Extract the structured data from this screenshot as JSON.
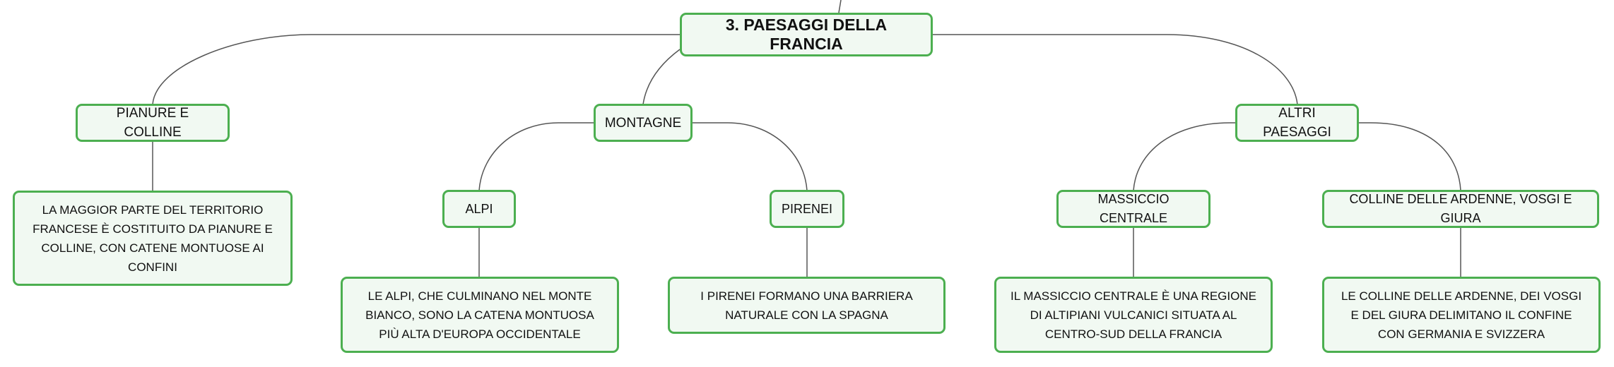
{
  "root": {
    "label": "3. PAESAGGI DELLA FRANCIA"
  },
  "branches": {
    "pianure": {
      "label": "PIANURE E COLLINE",
      "desc": "LA MAGGIOR PARTE DEL TERRITORIO FRANCESE È COSTITUITO DA PIANURE E COLLINE, CON CATENE MONTUOSE AI CONFINI"
    },
    "montagne": {
      "label": "MONTAGNE",
      "alpi": {
        "label": "ALPI",
        "desc": "LE ALPI, CHE CULMINANO NEL MONTE BIANCO, SONO LA CATENA MONTUOSA PIÙ ALTA D'EUROPA OCCIDENTALE"
      },
      "pirenei": {
        "label": "PIRENEI",
        "desc": "I PIRENEI FORMANO UNA BARRIERA NATURALE CON LA SPAGNA"
      }
    },
    "altri": {
      "label": "ALTRI PAESAGGI",
      "massiccio": {
        "label": "MASSICCIO CENTRALE",
        "desc": "IL MASSICCIO CENTRALE È UNA REGIONE DI ALTIPIANI VULCANICI SITUATA AL CENTRO-SUD DELLA FRANCIA"
      },
      "ardenne": {
        "label": "COLLINE DELLE ARDENNE, VOSGI E GIURA",
        "desc": "LE COLLINE DELLE ARDENNE, DEI VOSGI E DEL GIURA DELIMITANO IL CONFINE CON GERMANIA E SVIZZERA"
      }
    }
  },
  "colors": {
    "border": "#4caf50",
    "fill": "#f1f9f2",
    "line": "#555555"
  }
}
